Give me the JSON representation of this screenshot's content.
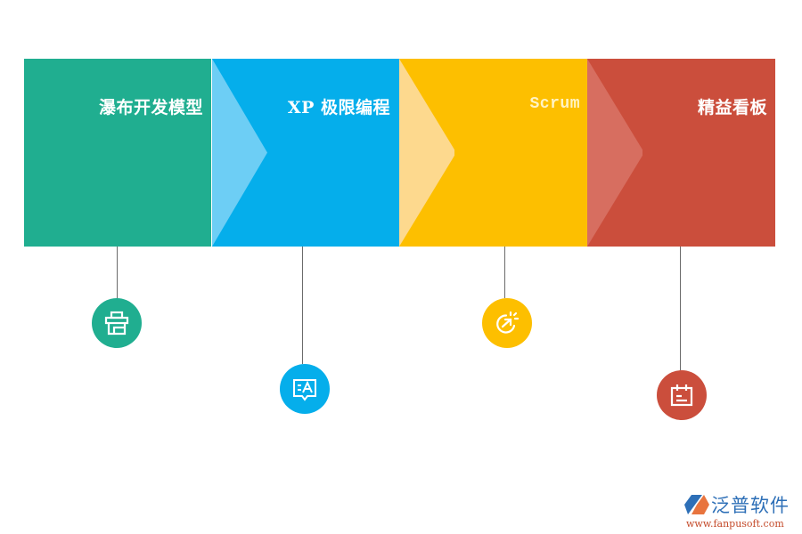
{
  "diagram": {
    "type": "process-chevron-timeline",
    "stages": [
      {
        "label": "瀑布开发模型",
        "color": "#20ae90",
        "arrow_color": "#20ae90",
        "icon": "toolbox-icon"
      },
      {
        "label": "XP 极限编程",
        "color": "#05aeeb",
        "arrow_color": "#6dcef5",
        "icon": "translate-chat-icon"
      },
      {
        "label": "Scrum",
        "color": "#fdbf00",
        "arrow_color": "#fdd98e",
        "icon": "sprint-refresh-icon"
      },
      {
        "label": "精益看板",
        "color": "#cb4e3c",
        "arrow_color": "#d76e60",
        "icon": "calendar-board-icon"
      }
    ]
  },
  "watermark": {
    "brand": "泛普软件",
    "url": "www.fanpusoft.com"
  }
}
